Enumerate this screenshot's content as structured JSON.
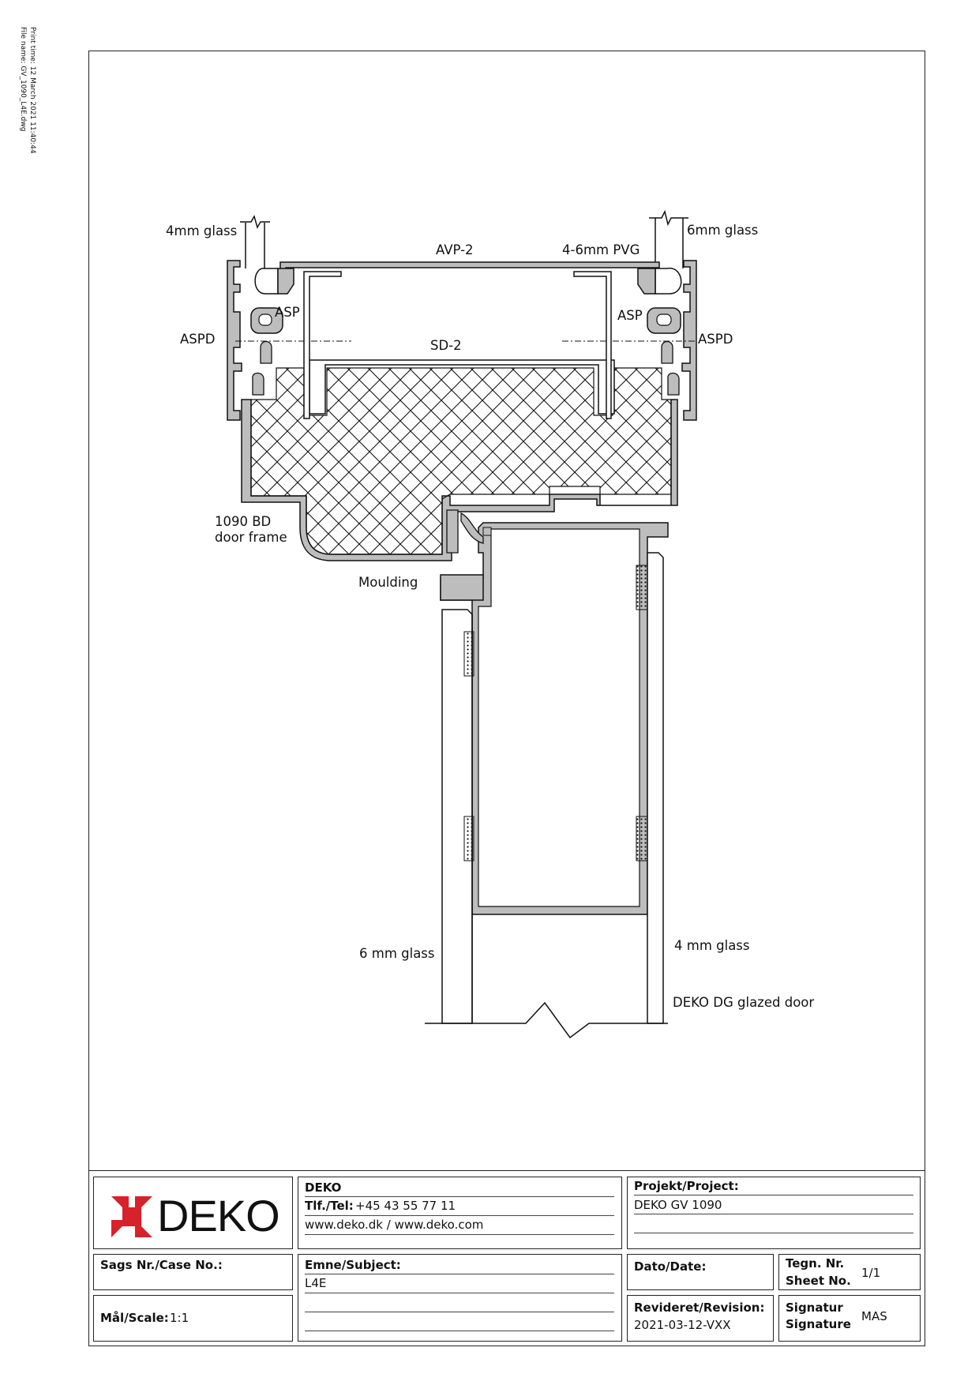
{
  "print_info": {
    "print_time": "Print time: 12 March 2021 11:40:44",
    "file_name": "File name: GV_1090_L4E.dwg"
  },
  "labels": {
    "glass_4mm_top": "4mm glass",
    "glass_6mm_top": "6mm glass",
    "avp": "AVP-2",
    "pvg": "4-6mm PVG",
    "asp_left": "ASP",
    "asp_right": "ASP",
    "aspd_left": "ASPD",
    "aspd_right": "ASPD",
    "sd": "SD-2",
    "frame_line1": "1090 BD",
    "frame_line2": "door frame",
    "moulding": "Moulding",
    "glass_6mm_bottom": "6 mm glass",
    "glass_4mm_bottom": "4 mm glass",
    "glazed_door": "DEKO DG glazed door"
  },
  "title_block": {
    "logo_text": "DEKO",
    "company": "DEKO",
    "tel_label": "Tlf./Tel:",
    "tel_value": "+45 43 55 77 11",
    "web": "www.deko.dk / www.deko.com",
    "project_label": "Projekt/Project:",
    "project_value": "DEKO GV 1090",
    "case_label": "Sags Nr./Case No.:",
    "case_value": "",
    "subject_label": "Emne/Subject:",
    "subject_value": "L4E",
    "date_label": "Dato/Date:",
    "date_value": "",
    "sheet_label_1": "Tegn. Nr.",
    "sheet_label_2": "Sheet No.",
    "sheet_value": "1/1",
    "scale_label": "Mål/Scale:",
    "scale_value": "1:1",
    "revision_label": "Revideret/Revision:",
    "revision_value": "2021-03-12-VXX",
    "signature_label_1": "Signatur",
    "signature_label_2": "Signature",
    "signature_value": "MAS"
  },
  "colors": {
    "profile_fill": "#bdbdbd",
    "line": "#111111",
    "logo_red": "#d7212b"
  }
}
